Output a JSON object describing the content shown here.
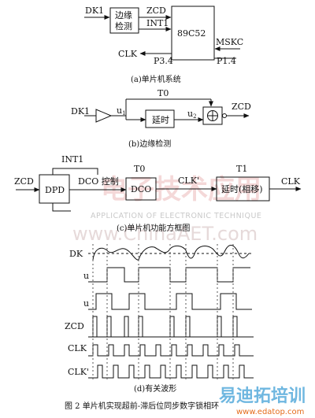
{
  "panel_a": {
    "dk1": "DK1",
    "block_edge": [
      "边缘",
      "检测"
    ],
    "zcd": "ZCD",
    "int1": "INT1",
    "mcu": "89C52",
    "mskc": "MSKC",
    "clk": "CLK",
    "p34": "P3.4",
    "p14": "P1.4",
    "caption": "(a)单片机系统"
  },
  "panel_b": {
    "dk1": "DK1",
    "t0": "T0",
    "u1": "u",
    "u1_sub": "1",
    "u2": "u",
    "u2_sub": "2",
    "delay": "延时",
    "zcd": "ZCD",
    "caption": "(b)边缘检测"
  },
  "panel_c": {
    "int1": "INT1",
    "zcd": "ZCD",
    "dpd": "DPD",
    "dco_ctrl": "DCO 控制",
    "t0": "T0",
    "dco": "DCO",
    "clk_prime": "CLK'",
    "t1": "T1",
    "delay_phase": "延时(相移)",
    "clk": "CLK",
    "caption": "(c)单片机功能方框图"
  },
  "panel_d": {
    "labels": [
      "DK",
      "u",
      "u",
      "ZCD",
      "CLK",
      "CLK'"
    ],
    "caption": "(d)有关波形"
  },
  "figure_caption": "图 2   单片机实现超前-滞后位同步数字锁相环",
  "watermark": {
    "cn": "电子技术应用",
    "en": "APPLICATION OF ELECTRONIC TECHNIQUE",
    "site": "www.ChinaAET.com",
    "brand": "易迪拓培训",
    "brand_url": "www.edatop.com"
  }
}
